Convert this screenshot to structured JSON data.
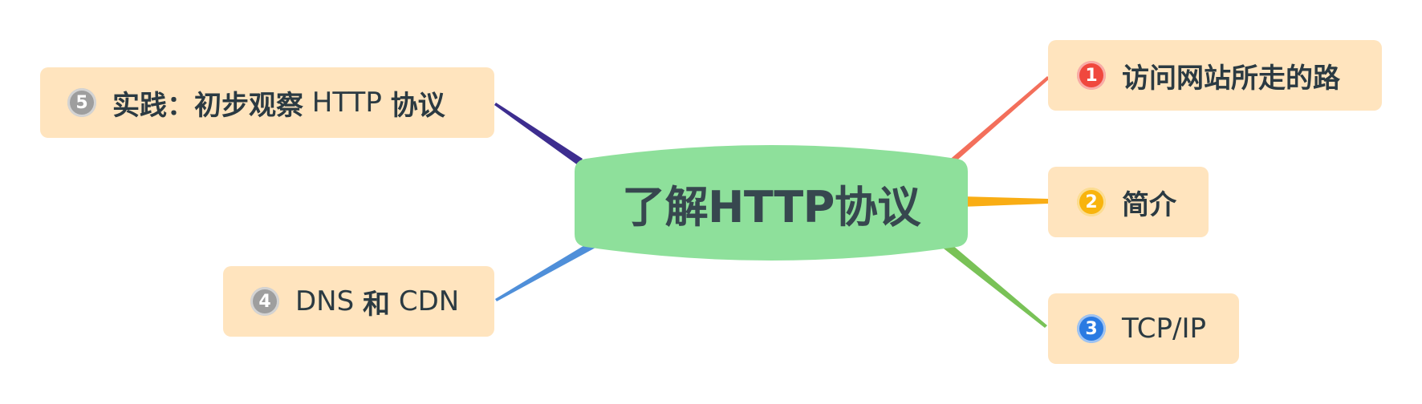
{
  "central": {
    "label": "了解HTTP协议",
    "color": "#8ee09b"
  },
  "topics": [
    {
      "num": "1",
      "badge_color": "#f0483e",
      "line_color": "#f36f5b",
      "parts": [
        {
          "text": "访问网站所走的路",
          "bold": true
        }
      ]
    },
    {
      "num": "2",
      "badge_color": "#f8b40e",
      "line_color": "#f9ad14",
      "parts": [
        {
          "text": "简介",
          "bold": true
        }
      ]
    },
    {
      "num": "3",
      "badge_color": "#2a7ae2",
      "line_color": "#79c257",
      "parts": [
        {
          "text": "TCP/IP",
          "bold": false
        }
      ]
    },
    {
      "num": "4",
      "badge_color": "#9e9e9e",
      "line_color": "#4f8fd9",
      "parts": [
        {
          "text": "DNS ",
          "bold": false
        },
        {
          "text": "和",
          "bold": true
        },
        {
          "text": " CDN",
          "bold": false
        }
      ]
    },
    {
      "num": "5",
      "badge_color": "#9e9e9e",
      "line_color": "#3d2d8f",
      "parts": [
        {
          "text": "实践：初步观察",
          "bold": true
        },
        {
          "text": " HTTP ",
          "bold": false
        },
        {
          "text": "协议",
          "bold": true
        }
      ]
    }
  ]
}
